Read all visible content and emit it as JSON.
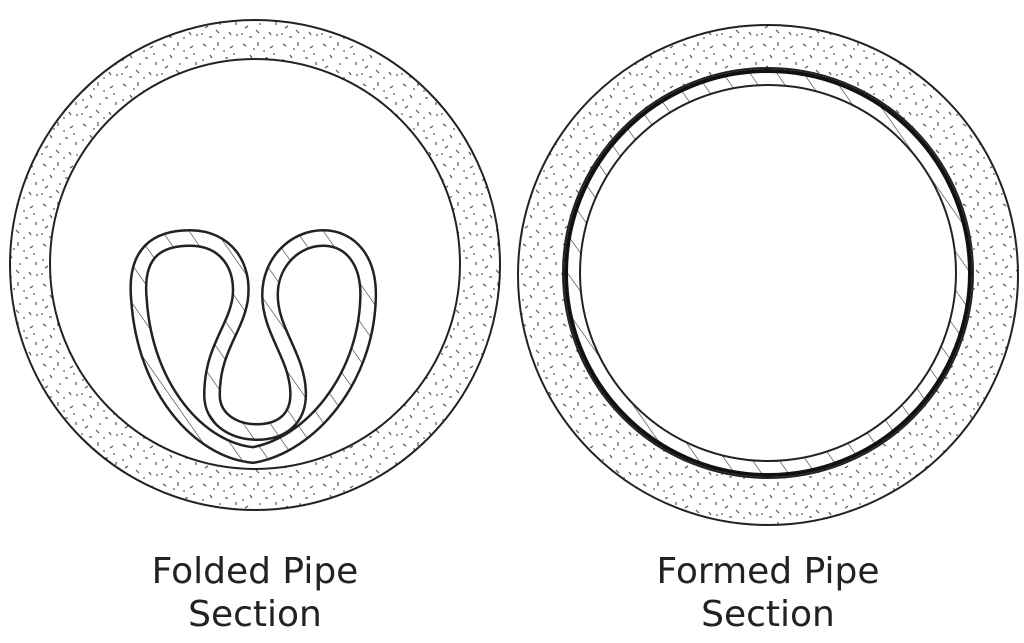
{
  "left_section": {
    "line1": "Folded Pipe",
    "line2": "Section"
  },
  "right_section": {
    "line1": "Formed Pipe",
    "line2": "Section"
  },
  "colors": {
    "line": "#222222",
    "background": "#ffffff"
  }
}
